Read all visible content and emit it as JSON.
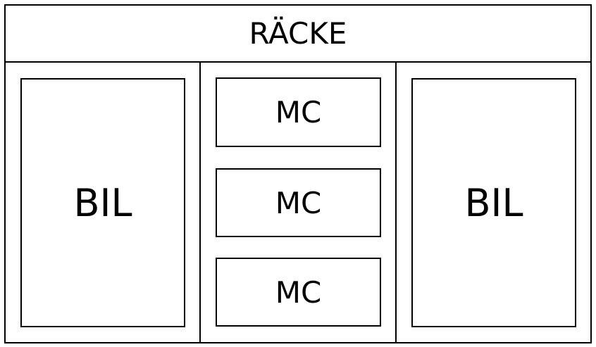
{
  "diagram": {
    "header": {
      "label": "RÄCKE"
    },
    "left_car": {
      "label": "BIL"
    },
    "right_car": {
      "label": "BIL"
    },
    "motorcycles": [
      {
        "label": "MC"
      },
      {
        "label": "MC"
      },
      {
        "label": "MC"
      }
    ]
  }
}
